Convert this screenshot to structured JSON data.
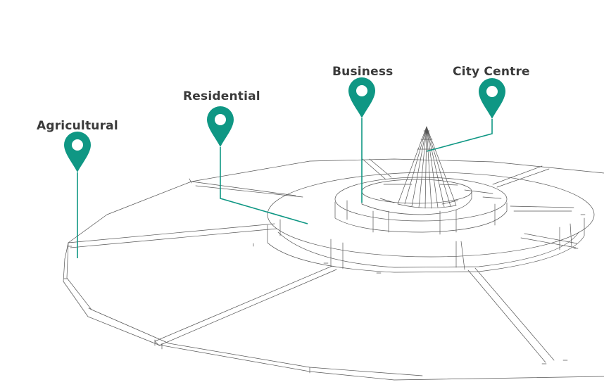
{
  "accent_color": "#0f9784",
  "line_color": "#555555",
  "markers": [
    {
      "id": "agricultural",
      "label": "Agricultural",
      "icon": "map-pin-icon"
    },
    {
      "id": "residential",
      "label": "Residential",
      "icon": "map-pin-icon"
    },
    {
      "id": "business",
      "label": "Business",
      "icon": "map-pin-icon"
    },
    {
      "id": "city-centre",
      "label": "City Centre",
      "icon": "map-pin-icon"
    }
  ]
}
